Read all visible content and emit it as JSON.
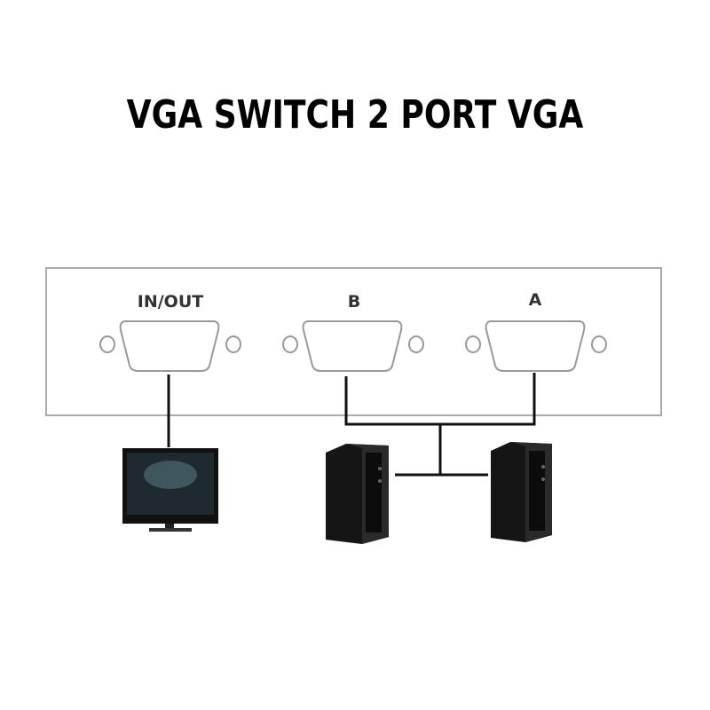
{
  "title": "VGA SWITCH 2 PORT VGA",
  "ports": [
    {
      "label": "IN/OUT",
      "device": "monitor"
    },
    {
      "label": "B",
      "device": "computer"
    },
    {
      "label": "A",
      "device": "computer"
    }
  ]
}
